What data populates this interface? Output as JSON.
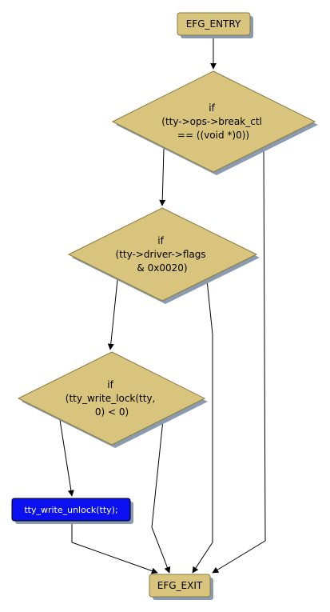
{
  "colors": {
    "node_fill": "#d8c47c",
    "node_stroke": "#8a7a40",
    "shadow": "#8a9bb0",
    "highlight_fill": "#0a10f0",
    "edge": "#000000"
  },
  "nodes": {
    "entry": {
      "label": "EFG_ENTRY"
    },
    "cond1": {
      "lines": [
        "if",
        "(tty->ops->break_ctl",
        "== ((void *)0))"
      ]
    },
    "cond2": {
      "lines": [
        "if",
        "(tty->driver->flags",
        "& 0x0020)"
      ]
    },
    "cond3": {
      "lines": [
        "if",
        "(tty_write_lock(tty,",
        "0) < 0)"
      ]
    },
    "stmt1": {
      "label": "tty_write_unlock(tty);"
    },
    "exit": {
      "label": "EFG_EXIT"
    }
  }
}
